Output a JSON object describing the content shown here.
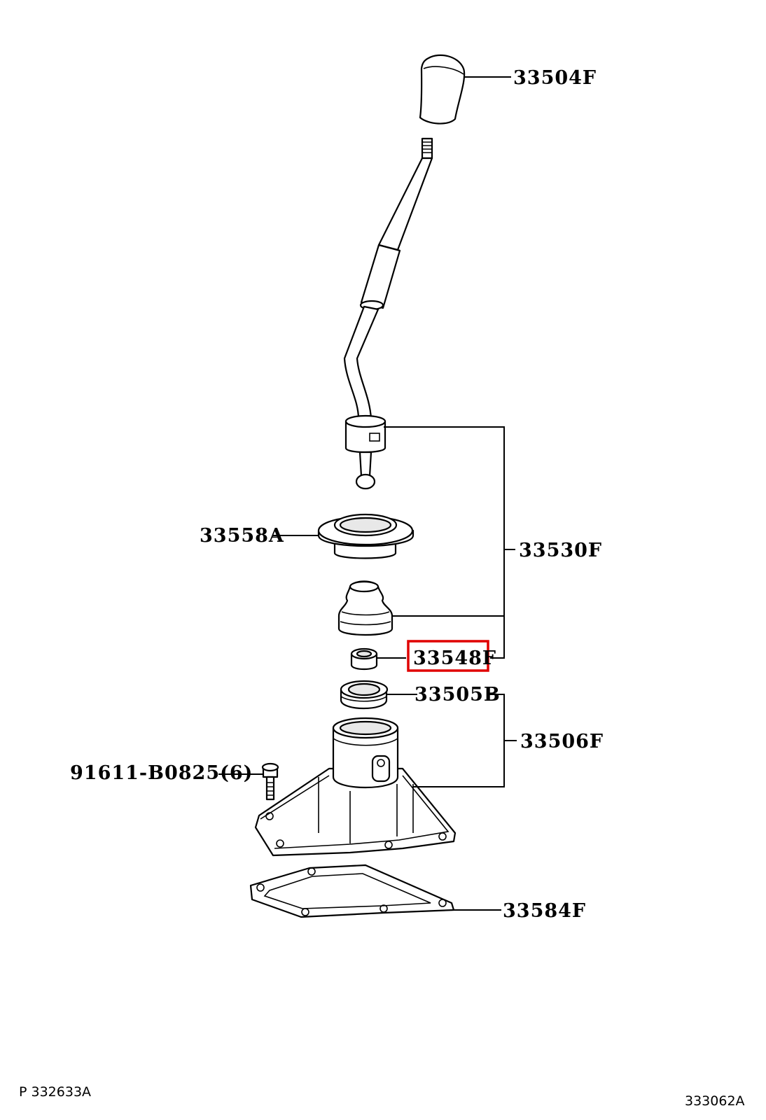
{
  "diagram": {
    "parts": {
      "knob": "33504F",
      "lever_assy": "33530F",
      "retainer": "33558A",
      "boot": "33548F",
      "seat": "33505B",
      "housing_assy": "33506F",
      "bolt": "91611-B0825(6)",
      "gasket": "33584F"
    },
    "highlight_color": "#e00000",
    "footer": {
      "left": "P 332633A",
      "right": "333062A"
    }
  }
}
